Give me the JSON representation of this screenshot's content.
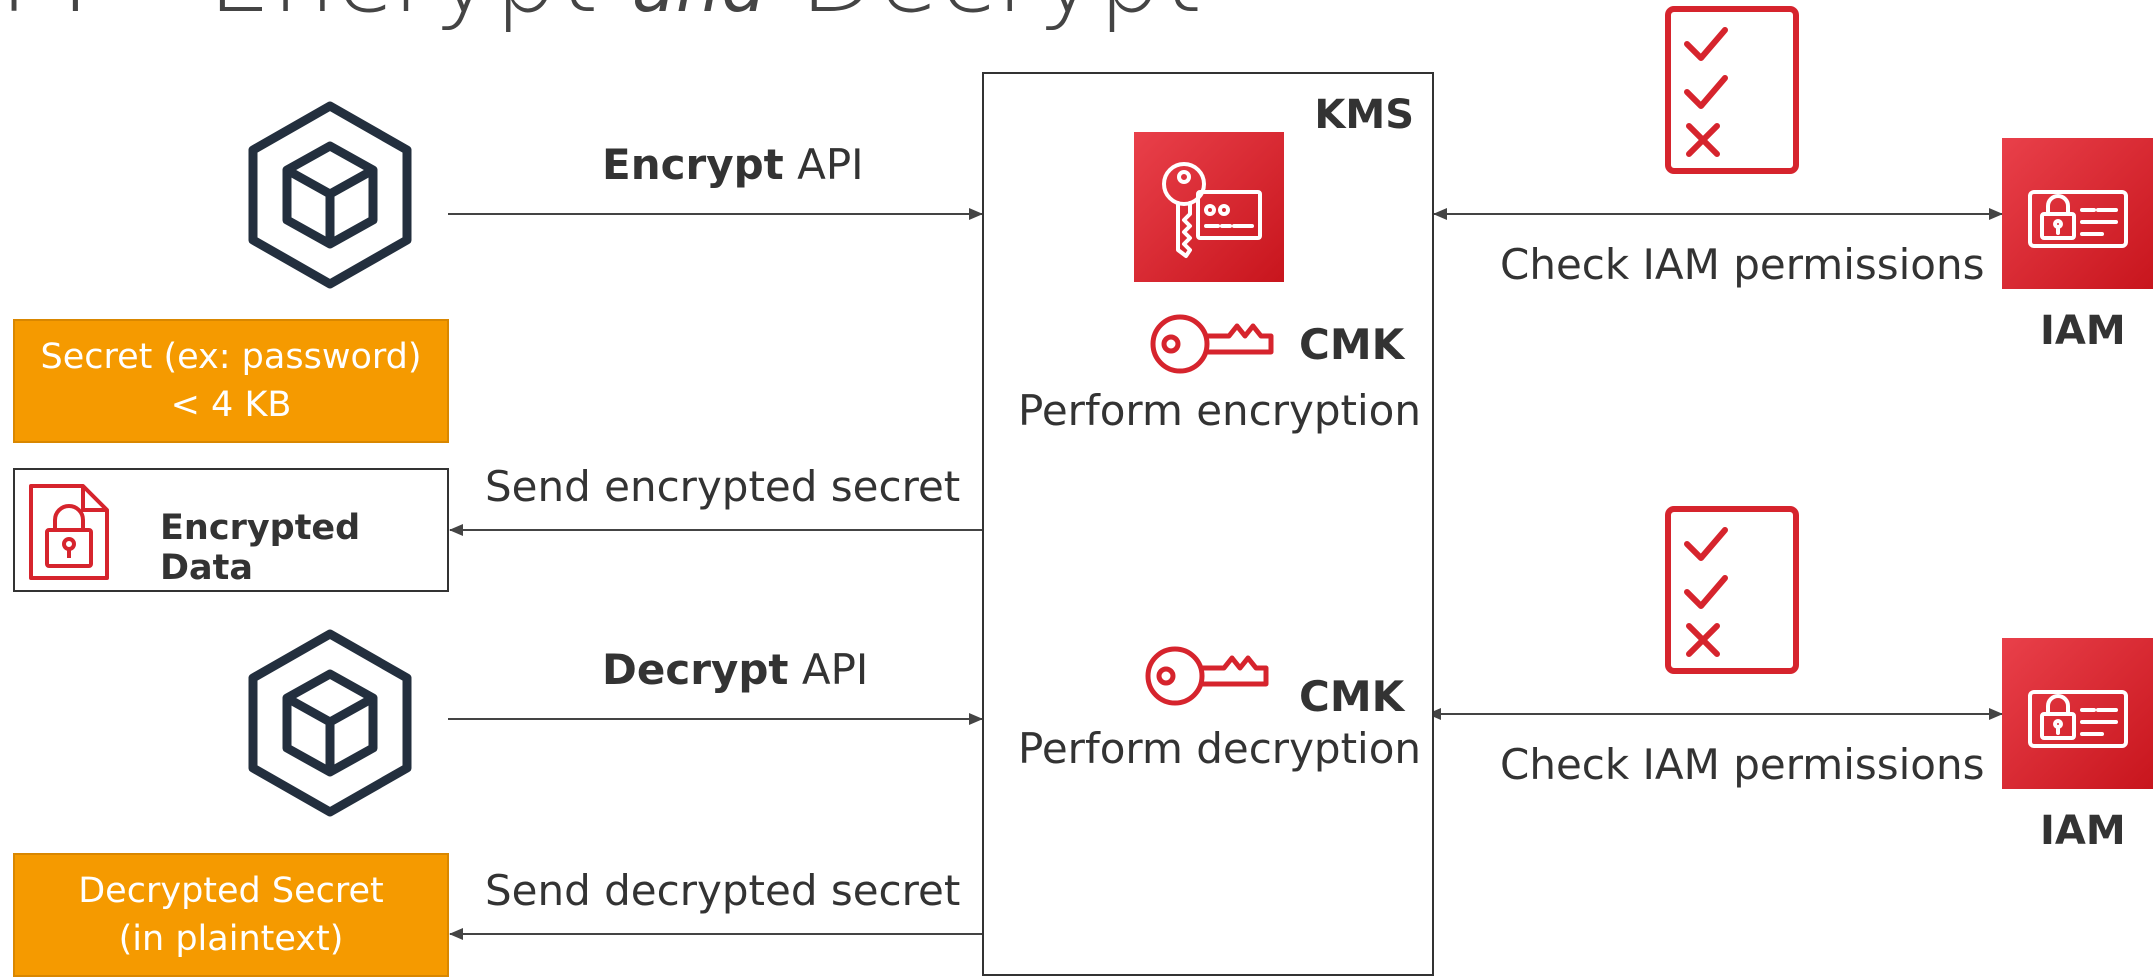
{
  "title": {
    "main": "API – Encrypt",
    "and": "and",
    "end": "Decrypt"
  },
  "encrypt_api": {
    "bold": "Encrypt",
    "rest": "API"
  },
  "decrypt_api": {
    "bold": "Decrypt",
    "rest": "API"
  },
  "secret_box": {
    "line1": "Secret (ex: password)",
    "line2": "< 4 KB"
  },
  "encrypted_data": {
    "label": "Encrypted Data"
  },
  "send_encrypted": "Send encrypted secret",
  "send_decrypted": "Send decrypted secret",
  "decrypted_box": {
    "line1": "Decrypted Secret",
    "line2": "(in plaintext)"
  },
  "kms": {
    "label": "KMS",
    "cmk_top": "CMK",
    "perform_encryption": "Perform encryption",
    "cmk_bottom": "CMK",
    "perform_decryption": "Perform decryption"
  },
  "iam_top": {
    "check": "Check IAM permissions",
    "label": "IAM"
  },
  "iam_bottom": {
    "check": "Check IAM permissions",
    "label": "IAM"
  },
  "colors": {
    "orange": "#f59a00",
    "aws_red": "#d6242d",
    "dark_navy": "#232f3e",
    "arrow": "#444444"
  },
  "icons": [
    "sdk-cube-icon",
    "kms-key-icon",
    "cmk-key-icon",
    "checklist-icon",
    "iam-id-card-icon",
    "encrypted-file-icon"
  ]
}
